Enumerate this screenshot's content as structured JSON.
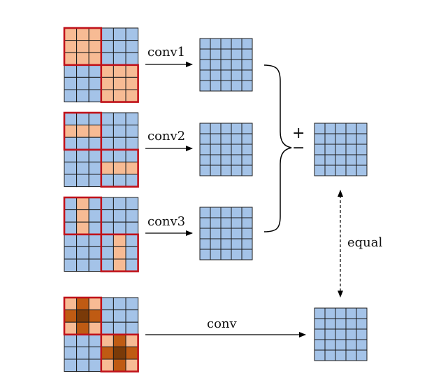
{
  "labels": {
    "conv1": "conv1",
    "conv2": "conv2",
    "conv3": "conv3",
    "conv": "conv",
    "plus": "+",
    "minus": "−",
    "equal": "equal"
  },
  "colors": {
    "cell_blue": "#a4c3e8",
    "cell_light_orange": "#f7bb94",
    "cell_dark_orange": "#bf5b13",
    "cell_darkest": "#7a3a08",
    "grid_line": "#1b1b1b",
    "kernel_box": "#c0121a",
    "arrow": "#000000"
  }
}
